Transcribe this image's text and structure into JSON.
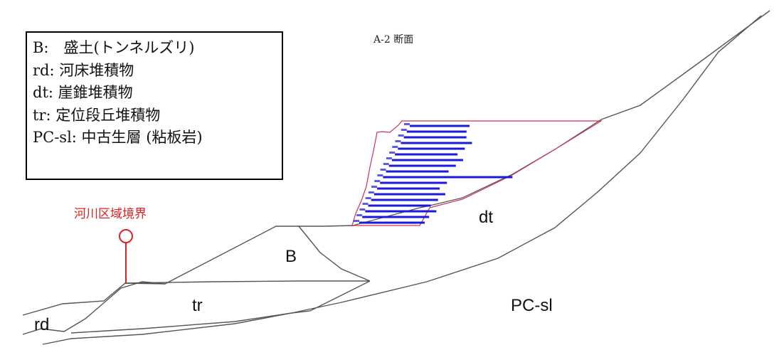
{
  "title": "A-2 断面",
  "legend": [
    "B:　盛土(トンネルズリ)",
    "rd: 河床堆積物",
    "dt: 崖錐堆積物",
    "tr: 定位段丘堆積物",
    "PC-sl: 中古生層 (粘板岩)"
  ],
  "boundary_label": "河川区域境界",
  "zones": {
    "B": "B",
    "rd": "rd",
    "tr": "tr",
    "dt": "dt",
    "pcsl": "PC-sl"
  },
  "colors": {
    "line": "#555555",
    "boundary": "#e02020",
    "cut_outline": "#cc3355",
    "anchors": "#1a1ad6"
  },
  "anchors": {
    "count": 18,
    "long_anchor_index": 8
  }
}
